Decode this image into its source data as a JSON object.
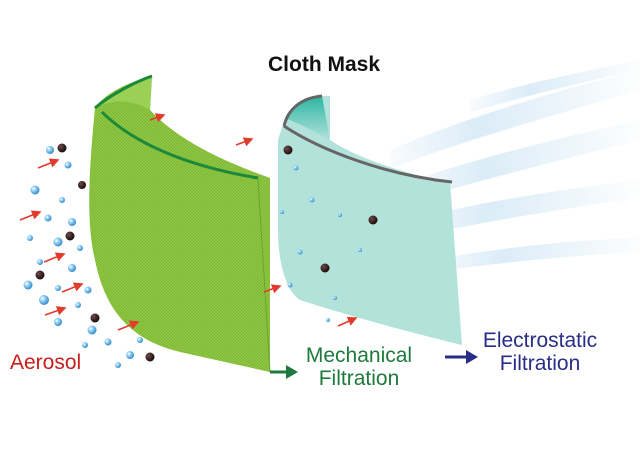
{
  "title": "Cloth Mask",
  "labels": {
    "aerosol": "Aerosol",
    "mechanical_line1": "Mechanical",
    "mechanical_line2": "Filtration",
    "electrostatic_line1": "Electrostatic",
    "electrostatic_line2": "Filtration"
  },
  "colors": {
    "aerosol_text": "#c8201c",
    "mechanical_text": "#1e7a3c",
    "electrostatic_text": "#2a2d86",
    "outer_layer_fill": "#8cc63f",
    "outer_layer_edge": "#1a8a3a",
    "inner_layer_fill": "#aee0d8",
    "inner_layer_edge": "#666666",
    "particle_arrow": "#e23b2e",
    "particle_water": "#5aaee8",
    "particle_dust": "#2a1616",
    "airflow": "#cfe6f5"
  }
}
